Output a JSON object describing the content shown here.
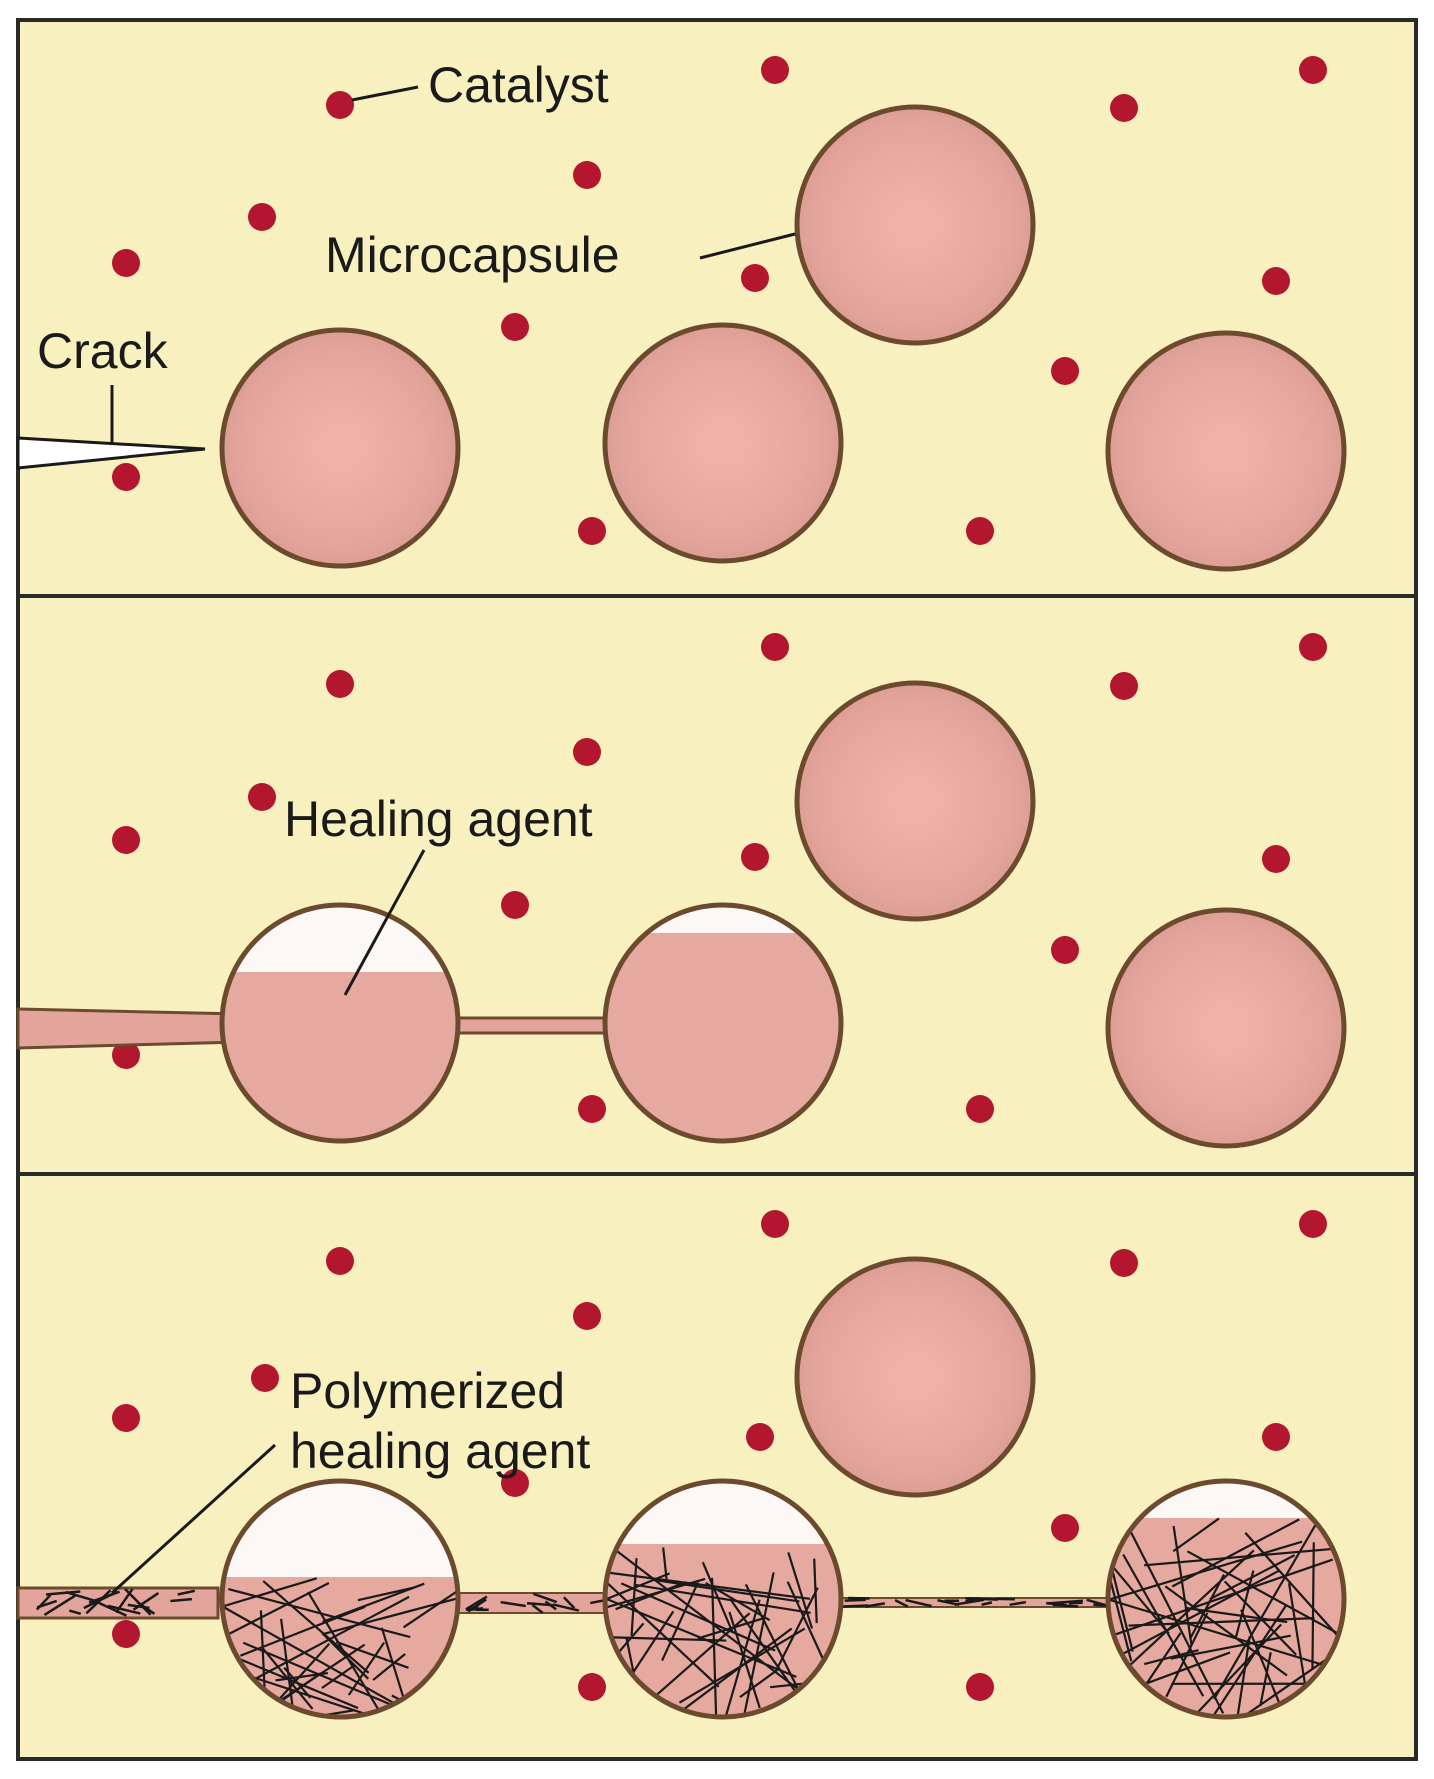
{
  "colors": {
    "matrix": "#f8f1bf",
    "border": "#2a2a2a",
    "catalyst": "#b3172f",
    "capsule_fill": "#e6a99f",
    "capsule_edge": "#6b4a2e",
    "void": "#fbf8f6",
    "fiber": "#1a1a1a"
  },
  "panels": [
    {
      "stage": "crack",
      "labels": {
        "catalyst": "Catalyst",
        "microcapsule": "Microcapsule",
        "crack": "Crack"
      }
    },
    {
      "stage": "healing",
      "labels": {
        "healing_agent": "Healing agent"
      }
    },
    {
      "stage": "polymerized",
      "labels": {
        "polymerized_line1": "Polymerized",
        "polymerized_line2": "healing agent"
      }
    }
  ]
}
